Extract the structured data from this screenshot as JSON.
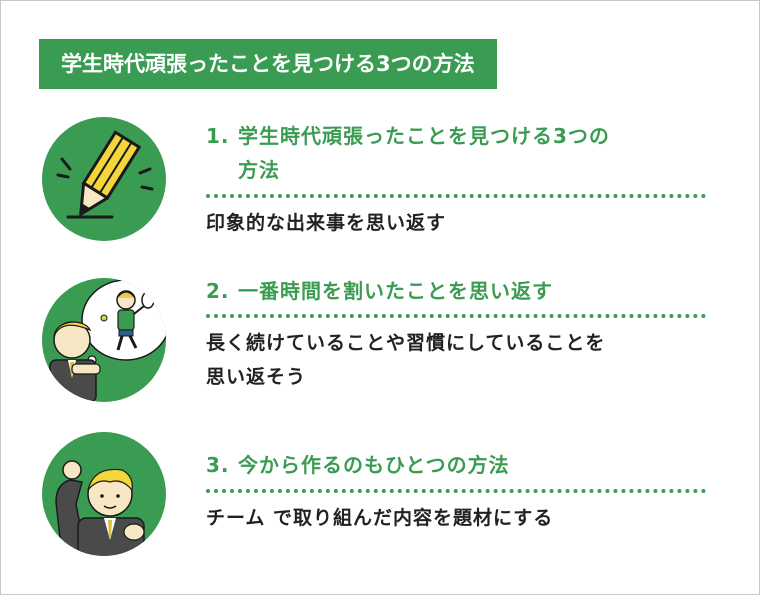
{
  "header": {
    "title": "学生時代頑張ったことを見つける3つの方法"
  },
  "colors": {
    "accent": "#3a9c52",
    "text": "#222222",
    "border": "#c8c8c8"
  },
  "items": [
    {
      "number": "1.",
      "title_line1": "学生時代頑張ったことを見つける3つの",
      "title_line2": "方法",
      "description": "印象的な出来事を思い返す",
      "icon": "pencil-icon"
    },
    {
      "number": "2.",
      "title_line1": "一番時間を割いたことを思い返す",
      "description_line1": "長く続けていることや習慣にしていることを",
      "description_line2": "思い返そう",
      "icon": "thinking-student-icon"
    },
    {
      "number": "3.",
      "title_line1": "今から作るのもひとつの方法",
      "description": "チーム で取り組んだ内容を題材にする",
      "icon": "flexing-student-icon"
    }
  ]
}
